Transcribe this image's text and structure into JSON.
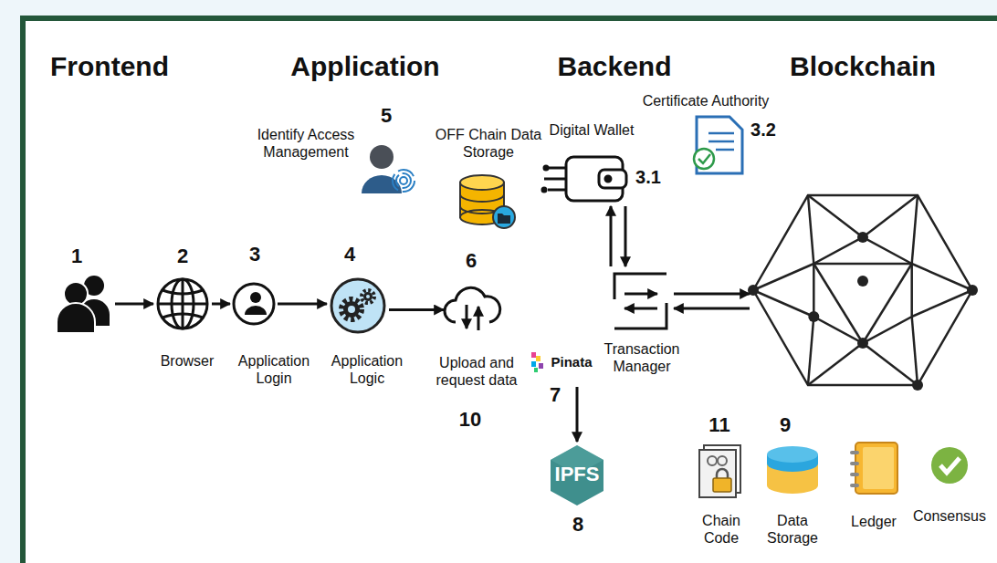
{
  "diagram": {
    "nodes": [
      {
        "text": [
          "1"
        ]
      },
      {
        "text": [
          "2",
          "Browser"
        ]
      },
      {
        "text": [
          "3",
          "Application Login"
        ]
      },
      {
        "text": [
          "4",
          "Application Logic"
        ]
      },
      {
        "text": [
          "5",
          "Identify Access Management"
        ]
      },
      {
        "text": [
          "OFF Chain Data Storage"
        ]
      },
      {
        "text": [
          "6",
          "Upload and request data",
          "10"
        ]
      },
      {
        "text": [
          "Digital Wallet",
          "3.1"
        ]
      },
      {
        "text": [
          "Certificate Authority",
          "3.2"
        ]
      },
      {
        "text": [
          "Transaction Manager"
        ]
      },
      {
        "text": [
          "Pinata"
        ]
      },
      {
        "text": [
          "IPFS",
          "8"
        ]
      },
      {
        "text": [
          "Blockchain"
        ]
      },
      {
        "text": [
          "11",
          "Chain Code"
        ]
      },
      {
        "text": [
          "9",
          "Data Storage"
        ]
      },
      {
        "text": [
          "Ledger"
        ]
      },
      {
        "text": [
          "Consensus"
        ]
      }
    ],
    "edges": [
      {
        "from": 0,
        "to": 1,
        "arrow": "to"
      },
      {
        "from": 1,
        "to": 2,
        "arrow": "to"
      },
      {
        "from": 2,
        "to": 3,
        "arrow": "to"
      },
      {
        "from": 3,
        "to": 6,
        "arrow": "to"
      },
      {
        "from": 9,
        "to": 7,
        "arrow": "both"
      },
      {
        "from": 9,
        "to": 12,
        "arrow": "both"
      },
      {
        "from": 10,
        "to": 11,
        "arrow": "to"
      }
    ],
    "labels": [
      "Frontend",
      "Application",
      "Backend",
      "7"
    ]
  }
}
